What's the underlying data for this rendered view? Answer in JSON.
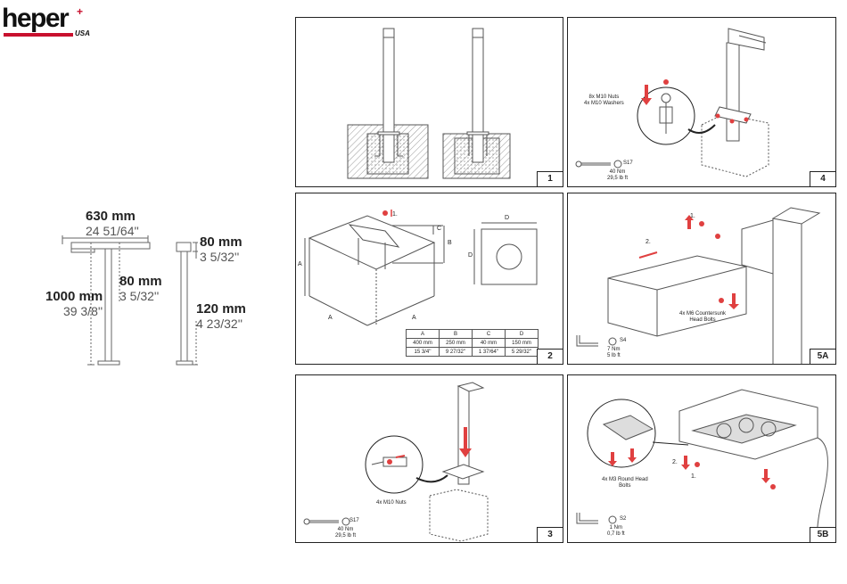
{
  "logo": {
    "word": "heper",
    "sub": "USA",
    "plus": "+"
  },
  "dimensions": {
    "width": {
      "mm": "630 mm",
      "in": "24 51/64''"
    },
    "height": {
      "mm": "1000 mm",
      "in": "39 3/8''"
    },
    "head": {
      "mm": "80 mm",
      "in": "3 5/32''"
    },
    "side_top": {
      "mm": "80 mm",
      "in": "3 5/32''"
    },
    "side_base": {
      "mm": "120 mm",
      "in": "4 23/32''"
    }
  },
  "panels": {
    "p1": {
      "num": "1"
    },
    "p2": {
      "num": "2",
      "letters": {
        "a": "A",
        "b": "B",
        "c": "C",
        "d": "D"
      },
      "step": "1.",
      "table": {
        "headers": [
          "A",
          "B",
          "C",
          "D"
        ],
        "rows": [
          [
            "400 mm",
            "250 mm",
            "40 mm",
            "150 mm"
          ],
          [
            "15 3/4''",
            "9 27/32''",
            "1 37/64''",
            "5 29/32''"
          ]
        ]
      }
    },
    "p3": {
      "num": "3",
      "note": "4x M10 Nuts",
      "tool": {
        "size": "S17",
        "torque": "40 Nm",
        "torque_imp": "29,5 lb ft"
      }
    },
    "p4": {
      "num": "4",
      "note1": "8x M10 Nuts",
      "note2": "4x M10 Washers",
      "tool": {
        "size": "S17",
        "torque": "40 Nm",
        "torque_imp": "29,5 lb ft"
      }
    },
    "p5a": {
      "num": "5A",
      "note1": "4x M6 Countersunk",
      "note2": "Head Bolts",
      "step1": "1.",
      "step2": "2.",
      "tool": {
        "size": "S4",
        "torque": "7 Nm",
        "torque_imp": "5 lb ft"
      }
    },
    "p5b": {
      "num": "5B",
      "note1": "4x M3 Round Head",
      "note2": "Bolts",
      "step1": "1.",
      "step2": "2.",
      "tool": {
        "size": "S2",
        "torque": "1 Nm",
        "torque_imp": "0,7 lb ft"
      }
    }
  }
}
